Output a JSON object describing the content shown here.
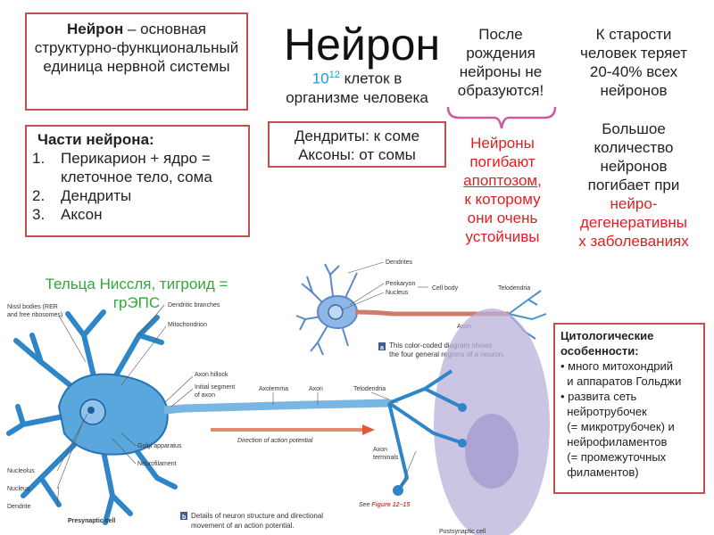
{
  "title": "Нейрон",
  "definition": {
    "term": "Нейрон",
    "rest": " – основная структурно-функциональный единица нервной системы"
  },
  "parts": {
    "heading": "Части нейрона:",
    "items": [
      {
        "num": "1.",
        "text": "Перикарион + ядро = клеточное тело, сома"
      },
      {
        "num": "2.",
        "text": "Дендриты"
      },
      {
        "num": "3.",
        "text": "Аксон"
      }
    ]
  },
  "cell_count": {
    "base": "10",
    "exp": "12",
    "line1_rest": " клеток в",
    "line2": "организме человека"
  },
  "directions": {
    "line1": "Дендриты: к соме",
    "line2": "Аксоны: от сомы"
  },
  "after_birth": {
    "lines": [
      "После",
      "рождения",
      "нейроны не",
      "образуются!"
    ]
  },
  "apoptosis": {
    "lines_a": [
      "Нейроны",
      "погибают"
    ],
    "link": "апоптозом",
    "lines_b": [
      ",",
      "к которому",
      "они очень",
      "устойчивы"
    ]
  },
  "old_age": {
    "lines": [
      "К старости",
      "человек теряет",
      "20-40% всех",
      "нейронов"
    ]
  },
  "degenerative": {
    "lines": [
      "Большое",
      "количество",
      "нейронов",
      "погибает при"
    ],
    "red_lines": [
      "нейро-",
      "дегенеративны",
      "х заболеваниях"
    ]
  },
  "nissl": {
    "line1": "Тельца Ниссля, тигроид =",
    "line2": "грЭПС"
  },
  "cytology": {
    "heading_lines": [
      "Цитологические",
      "особенности:"
    ],
    "bullets": [
      {
        "lines": [
          "много митохондрий",
          "и аппаратов Гольджи"
        ]
      },
      {
        "lines": [
          "развита сеть",
          "нейротрубочек",
          "(= микротрубочек) и",
          "нейрофиламентов",
          "(= промежуточных",
          "филаментов)"
        ]
      }
    ]
  },
  "figure_small": {
    "labels": {
      "dendrites": "Dendrites",
      "perikaryon": "Perikaryon",
      "nucleus": "Nucleus",
      "cell_body": "Cell body",
      "telodendria": "Telodendria",
      "axon": "Axon"
    },
    "caption_letter": "a",
    "caption_line1": "This color-coded diagram shows",
    "caption_line2": "the four general regions of a neuron."
  },
  "figure_large": {
    "labels": {
      "nissl_line1": "Nissl bodies (RER",
      "nissl_line2": "and free ribosomes)",
      "dendritic": "Dendritic branches",
      "mito": "Mitochondrion",
      "hillock": "Axon hillock",
      "initial_line1": "Initial segment",
      "initial_line2": "of axon",
      "axolemma": "Axolemma",
      "axon": "Axon",
      "telodendria": "Telodendria",
      "direction": "Direction of action potential",
      "golgi": "Golgi apparatus",
      "neurofilament": "Neurofilament",
      "nucleolus": "Nucleolus",
      "nucleus": "Nucleus",
      "dendrite": "Dendrite",
      "terminals_line1": "Axon",
      "terminals_line2": "terminals",
      "see": "See ",
      "figure_ref": "Figure 12–15",
      "presynaptic": "Presynaptic cell",
      "postsynaptic": "Postsynaptic cell"
    },
    "caption_letter": "b",
    "caption_line1": "Details of neuron structure and directional",
    "caption_line2": "movement of an action potential."
  }
}
